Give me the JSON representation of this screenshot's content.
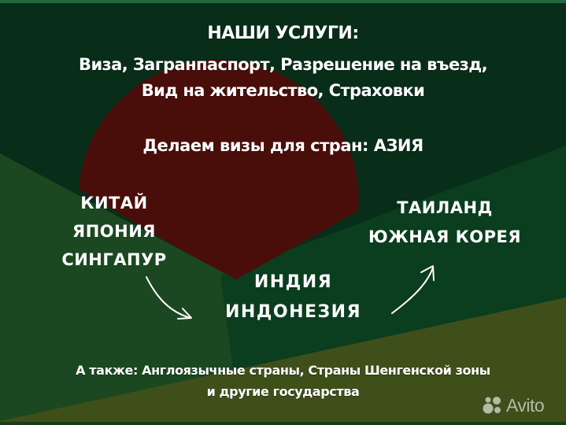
{
  "title": "НАШИ УСЛУГИ:",
  "services": {
    "line1": "Виза, Загранпаспорт, Разрешение на въезд,",
    "line2": "Вид на жительство, Страховки"
  },
  "subtitle": "Делаем визы для стран:  АЗИЯ",
  "countries": {
    "left": [
      "КИТАЙ",
      "ЯПОНИЯ",
      "СИНГАПУР"
    ],
    "center": [
      "ИНДИЯ",
      "ИНДОНЕЗИЯ"
    ],
    "right": [
      "ТАИЛАНД",
      "ЮЖНАЯ КОРЕЯ"
    ]
  },
  "also": {
    "line1": "А также:  Англоязычные страны, Страны Шенгенской зоны",
    "line2": "и другие государства"
  },
  "watermark": {
    "text": "Avito",
    "icon": "avito-dots-icon"
  },
  "colors": {
    "top_border": "#1f6b3a",
    "dark_green": "#082d19",
    "mid_green": "#1b4820",
    "band_green": "#0b3d1f",
    "red": "#4a0e0a",
    "olive": "#3f4f1a",
    "text": "#ffffff"
  }
}
